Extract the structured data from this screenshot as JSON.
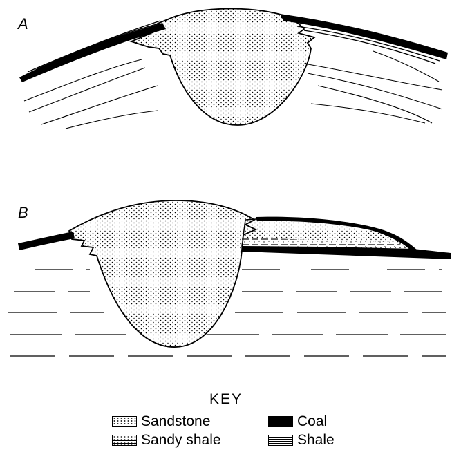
{
  "labels": {
    "a": "A",
    "b": "B"
  },
  "key": {
    "title": "KEY",
    "items": [
      {
        "label": "Sandstone",
        "pattern": "dotted"
      },
      {
        "label": "Coal",
        "pattern": "solid-black"
      },
      {
        "label": "Sandy shale",
        "pattern": "dotted-dashed"
      },
      {
        "label": "Shale",
        "pattern": "lined"
      }
    ]
  }
}
